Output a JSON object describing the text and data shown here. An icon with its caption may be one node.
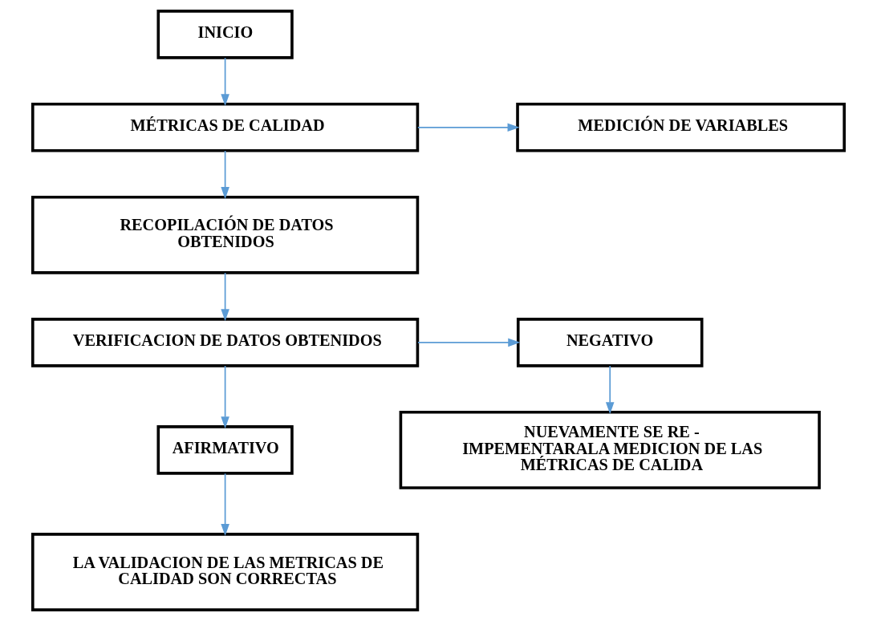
{
  "diagram": {
    "nodes": [
      {
        "text": [
          "INICIO"
        ]
      },
      {
        "text": [
          "MÉTRICAS DE CALIDAD"
        ]
      },
      {
        "text": [
          "MEDICIÓN DE VARIABLES"
        ]
      },
      {
        "text": [
          "RECOPILACIÓN DE DATOS OBTENIDOS"
        ]
      },
      {
        "text": [
          "VERIFICACION DE DATOS OBTENIDOS"
        ]
      },
      {
        "text": [
          "NEGATIVO"
        ]
      },
      {
        "text": [
          "AFIRMATIVO"
        ]
      },
      {
        "text": [
          "NUEVAMENTE SE RE - IMPEMENTARALA MEDICION DE LAS MÉTRICAS DE CALIDA"
        ]
      },
      {
        "text": [
          "LA VALIDACION DE LAS METRICAS DE CALIDAD SON CORRECTAS"
        ]
      }
    ],
    "edges": [
      {
        "from": 0,
        "to": 1,
        "arrow": "to",
        "color": "#5b9bd5"
      },
      {
        "from": 1,
        "to": 2,
        "arrow": "to",
        "color": "#5b9bd5"
      },
      {
        "from": 1,
        "to": 3,
        "arrow": "to",
        "color": "#5b9bd5"
      },
      {
        "from": 3,
        "to": 4,
        "arrow": "to",
        "color": "#5b9bd5"
      },
      {
        "from": 4,
        "to": 5,
        "arrow": "to",
        "color": "#5b9bd5"
      },
      {
        "from": 4,
        "to": 6,
        "arrow": "to",
        "color": "#5b9bd5"
      },
      {
        "from": 5,
        "to": 7,
        "arrow": "to",
        "color": "#5b9bd5"
      },
      {
        "from": 6,
        "to": 8,
        "arrow": "to",
        "color": "#5b9bd5"
      }
    ]
  }
}
